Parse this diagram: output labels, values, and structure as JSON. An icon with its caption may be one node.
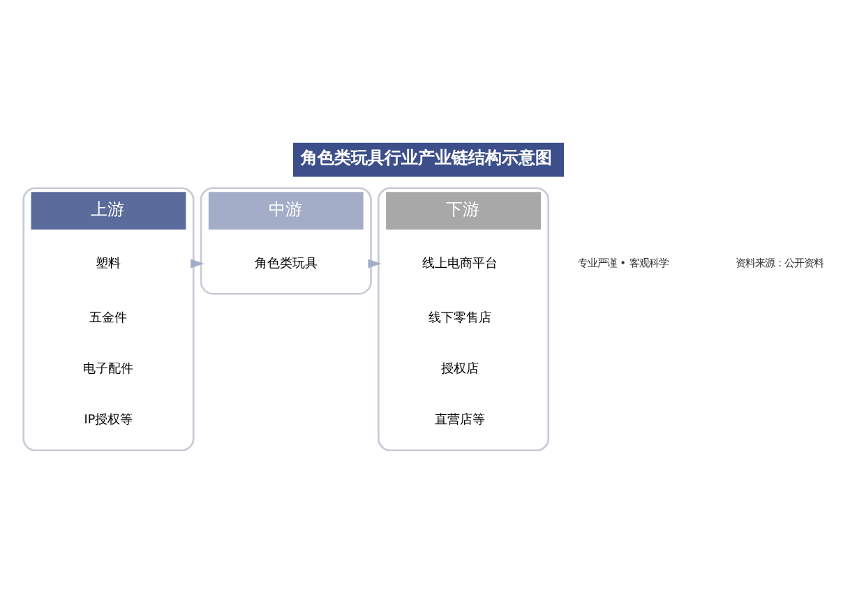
{
  "diagram": {
    "title": "角色类玩具行业产业链结构示意图",
    "nodes": [
      {
        "text": [
          "上游"
        ]
      },
      {
        "text": [
          "塑料"
        ],
        "in": 0
      },
      {
        "text": [
          "五金件"
        ],
        "in": 0
      },
      {
        "text": [
          "电子配件"
        ],
        "in": 0
      },
      {
        "text": [
          "IP授权等"
        ],
        "in": 0
      },
      {
        "text": [
          "中游"
        ]
      },
      {
        "text": [
          "角色类玩具"
        ],
        "in": 5
      },
      {
        "text": [
          "下游"
        ]
      },
      {
        "text": [
          "线上电商平台"
        ],
        "in": 7
      },
      {
        "text": [
          "线下零售店"
        ],
        "in": 7
      },
      {
        "text": [
          "授权店"
        ],
        "in": 7
      },
      {
        "text": [
          "直营店等"
        ],
        "in": 7
      }
    ],
    "edges": [
      {
        "from": 0,
        "to": 5,
        "arrow": "to"
      },
      {
        "from": 5,
        "to": 7,
        "arrow": "to"
      }
    ],
    "labels": [
      "专业严谨 • 客观科学",
      "资料来源：公开资料"
    ]
  }
}
